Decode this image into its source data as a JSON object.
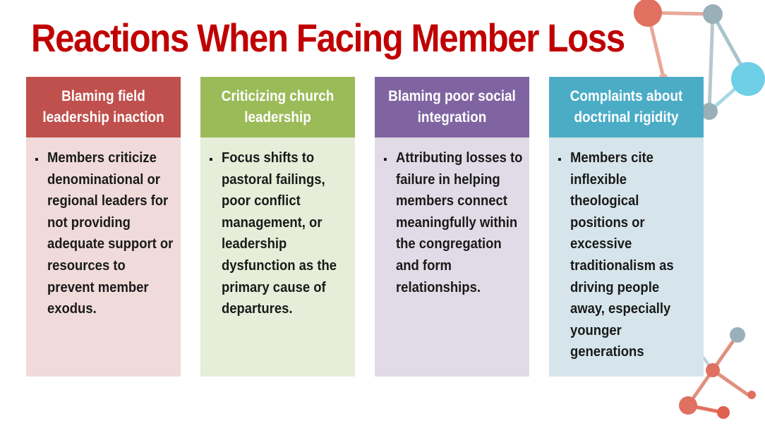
{
  "title": "Reactions When Facing Member Loss",
  "colors": {
    "title": "#c00000",
    "card_heads": [
      "#c0504d",
      "#9bbb59",
      "#8064a2",
      "#4bacc6"
    ],
    "card_bodies": [
      "#f0dada",
      "#e6edd8",
      "#e0dbe6",
      "#d6e5ec"
    ]
  },
  "cards": [
    {
      "heading": "Blaming field leadership inaction",
      "bullet": "Members criticize denominational or regional leaders for not providing adequate support or resources to prevent member exodus."
    },
    {
      "heading": "Criticizing church leadership",
      "bullet": "Focus shifts to pastoral failings, poor conflict management, or leadership dysfunction as the primary cause of departures."
    },
    {
      "heading": "Blaming poor social integration",
      "bullet": "Attributing losses to failure in helping members connect meaningfully within the congregation and form relationships."
    },
    {
      "heading": "Complaints about doctrinal rigidity",
      "bullet": "Members cite inflexible theological positions or excessive traditionalism as driving people away, especially younger generations"
    }
  ],
  "icons": {
    "decor_top": "network-graph-decoration",
    "decor_bottom": "network-graph-decoration"
  }
}
